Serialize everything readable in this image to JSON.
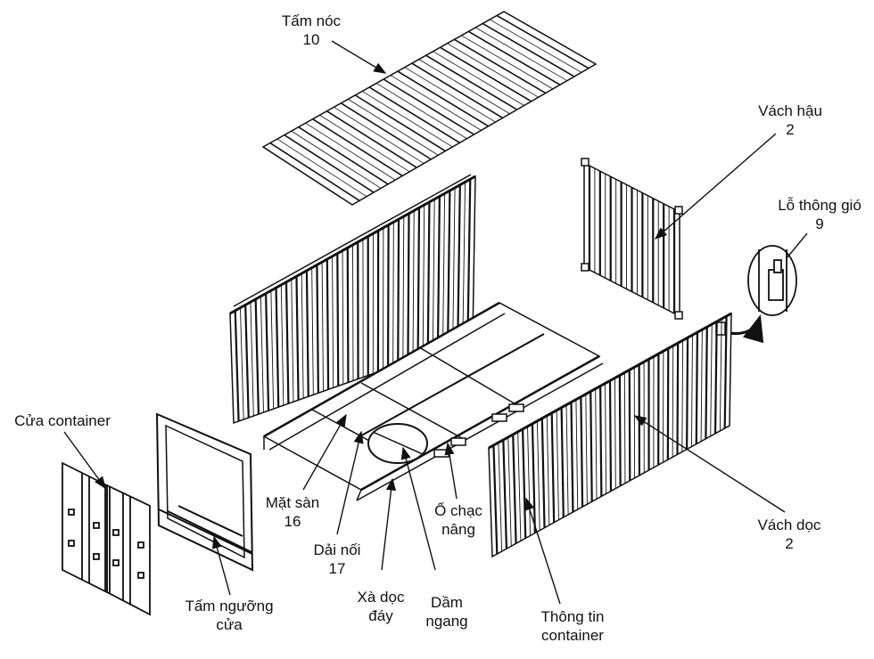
{
  "labels": {
    "roof": {
      "name": "Tấm nóc",
      "number": "10"
    },
    "rear_wall": {
      "name": "Vách hậu",
      "number": "2"
    },
    "vent": {
      "name": "Lỗ thông gió",
      "number": "9"
    },
    "side_wall": {
      "name": "Vách dọc",
      "number": "2"
    },
    "door": {
      "name": "Cửa container"
    },
    "floor": {
      "name": "Mặt sàn",
      "number": "16"
    },
    "joint_strip": {
      "name": "Dải nối",
      "number": "17"
    },
    "forklift_pocket": {
      "line1": "Ổ chạc",
      "line2": "nâng"
    },
    "bottom_side_rail": {
      "line1": "Xà dọc",
      "line2": "đáy"
    },
    "cross_member": {
      "line1": "Dầm",
      "line2": "ngang"
    },
    "container_info": {
      "line1": "Thông tin",
      "line2": "container"
    },
    "door_sill": {
      "line1": "Tấm ngưỡng",
      "line2": "cửa"
    }
  }
}
